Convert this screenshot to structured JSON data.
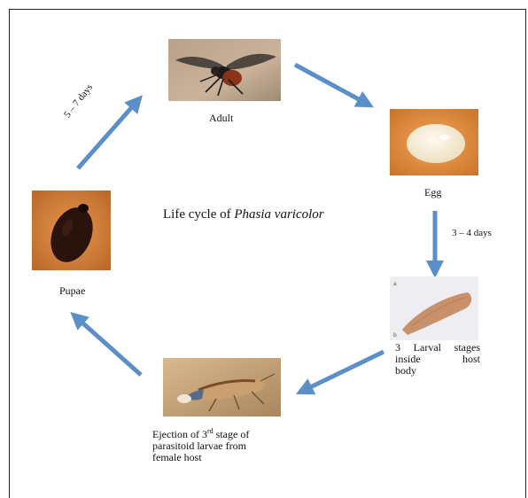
{
  "diagram": {
    "title_prefix": "Life cycle of ",
    "title_species": "Phasia varicolor",
    "stages": {
      "adult": "Adult",
      "egg": "Egg",
      "larva_lines": [
        "3 Larval stages",
        "inside host",
        "body"
      ],
      "ejection_line1_a": "Ejection of 3",
      "ejection_line1_sup": "rd",
      "ejection_line1_b": " stage of",
      "ejection_line2": "parasitoid larvae from",
      "ejection_line3": "female host",
      "pupae": "Pupae"
    },
    "durations": {
      "egg_to_larva": "3 – 4 days",
      "pupae_to_adult": "5 – 7 days"
    },
    "colors": {
      "arrow": "#5b8fc8",
      "border": "#222222"
    }
  }
}
